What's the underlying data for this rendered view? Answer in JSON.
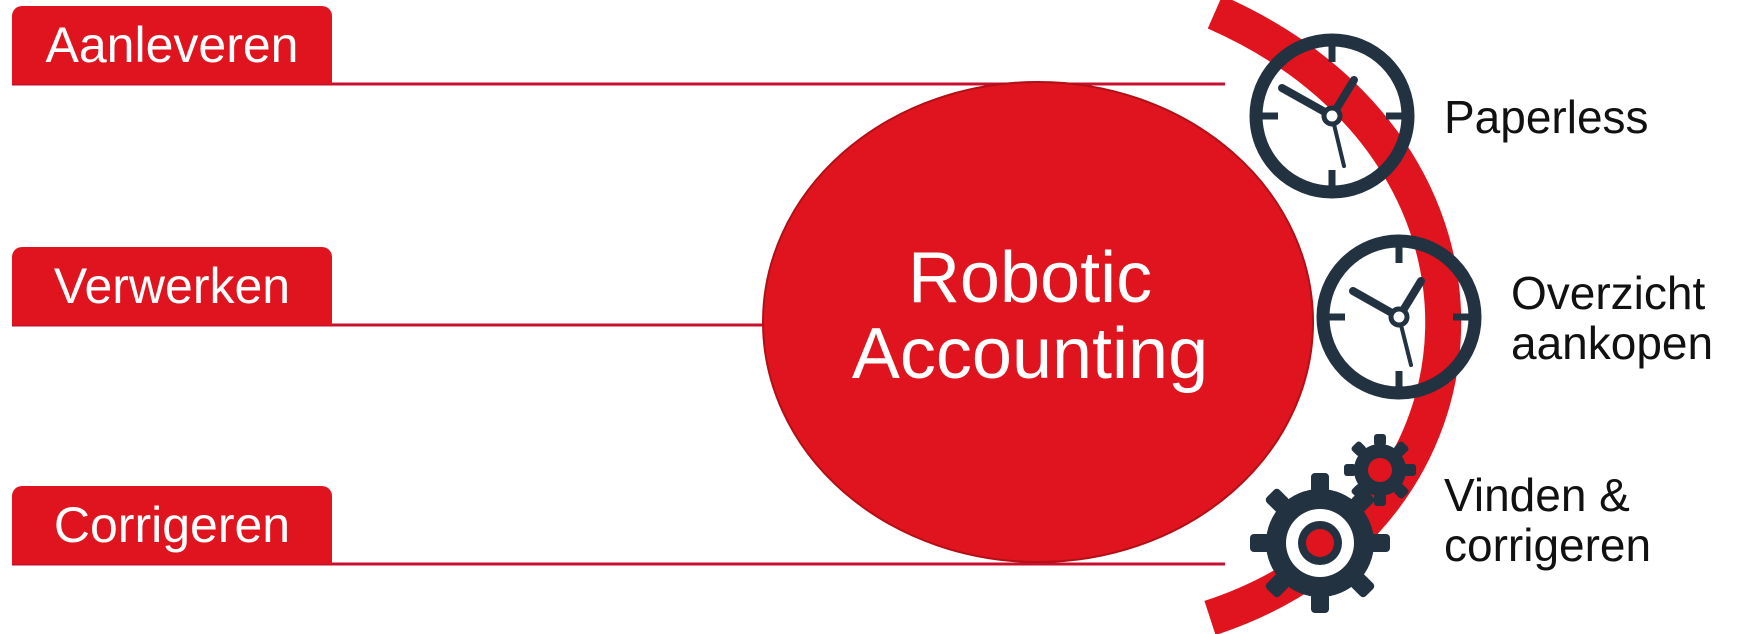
{
  "steps": [
    {
      "label": "Aanleveren"
    },
    {
      "label": "Verwerken"
    },
    {
      "label": "Corrigeren"
    }
  ],
  "center": {
    "line1": "Robotic",
    "line2": "Accounting"
  },
  "benefits": [
    {
      "line1": "Paperless",
      "line2": "",
      "icon": "clock-icon"
    },
    {
      "line1": "Overzicht",
      "line2": "aankopen",
      "icon": "clock-icon"
    },
    {
      "line1": "Vinden &",
      "line2": "corrigeren",
      "icon": "gears-icon"
    }
  ],
  "colors": {
    "accent": "#e0141e",
    "line": "#c8102e",
    "icon": "#223240"
  }
}
